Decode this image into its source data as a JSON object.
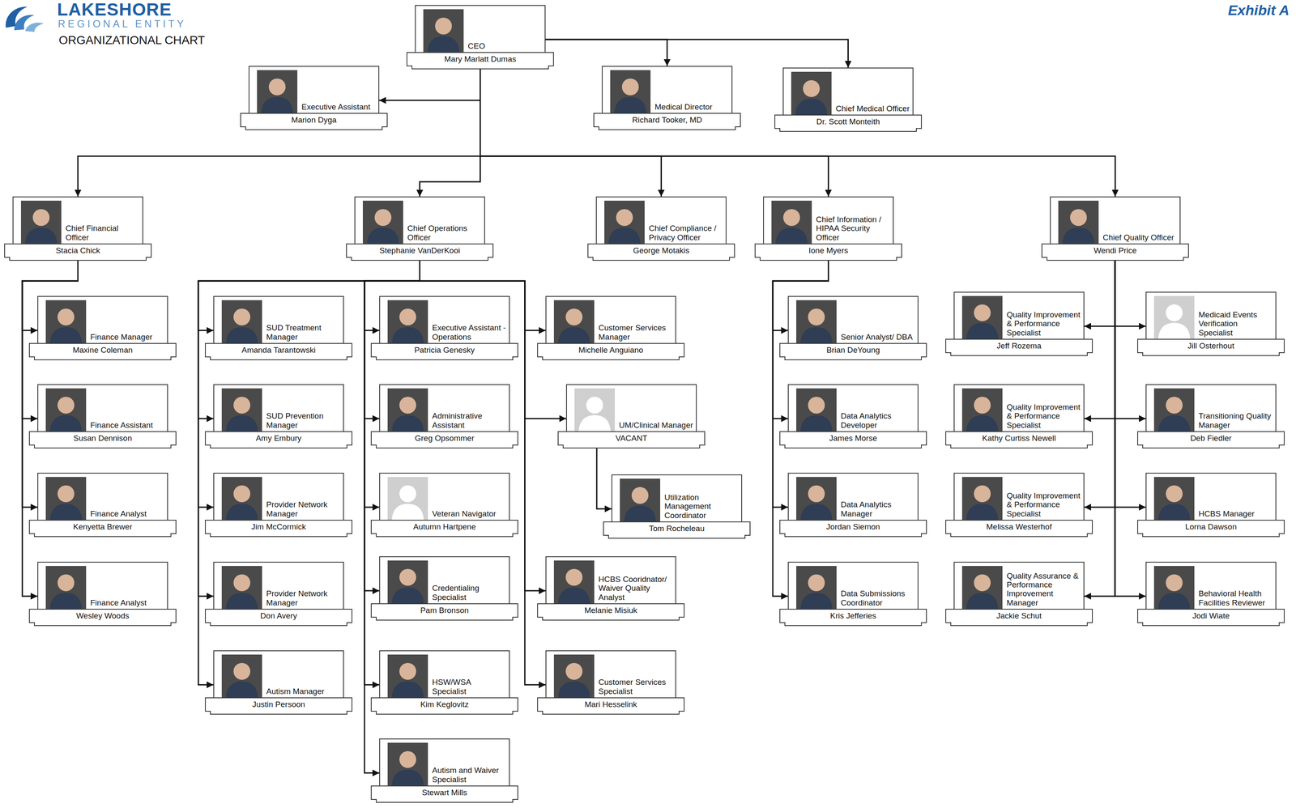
{
  "diagram": {
    "title": "ORGANIZATIONAL CHART",
    "nodes": [
      {
        "text": [
          "CEO",
          "Mary Marlatt Dumas"
        ]
      },
      {
        "text": [
          "Executive Assistant",
          "Marion Dyga"
        ]
      },
      {
        "text": [
          "Medical Director",
          "Richard Tooker, MD"
        ]
      },
      {
        "text": [
          "Chief Medical Officer",
          "Dr. Scott Monteith"
        ]
      },
      {
        "text": [
          "Chief Financial Officer",
          "Stacia Chick"
        ]
      },
      {
        "text": [
          "Chief Operations Officer",
          "Stephanie VanDerKooi"
        ]
      },
      {
        "text": [
          "Chief Compliance / Privacy Officer",
          "George Motakis"
        ]
      },
      {
        "text": [
          "Chief Information / HIPAA Security Officer",
          "Ione Myers"
        ]
      },
      {
        "text": [
          "Chief Quality Officer",
          "Wendi Price"
        ]
      },
      {
        "text": [
          "Finance Manager",
          "Maxine Coleman"
        ]
      },
      {
        "text": [
          "Finance Assistant",
          "Susan Dennison"
        ]
      },
      {
        "text": [
          "Finance Analyst",
          "Kenyetta Brewer"
        ]
      },
      {
        "text": [
          "Finance Analyst",
          "Wesley Woods"
        ]
      },
      {
        "text": [
          "SUD Treatment Manager",
          "Amanda Tarantowski"
        ]
      },
      {
        "text": [
          "SUD Prevention Manager",
          "Amy Embury"
        ]
      },
      {
        "text": [
          "Provider Network Manager",
          "Jim McCormick"
        ]
      },
      {
        "text": [
          "Provider Network Manager",
          "Don Avery"
        ]
      },
      {
        "text": [
          "Autism Manager",
          "Justin Persoon"
        ]
      },
      {
        "text": [
          "Executive Assistant - Operations",
          "Patricia Genesky"
        ]
      },
      {
        "text": [
          "Administrative Assistant",
          "Greg Opsommer"
        ]
      },
      {
        "text": [
          "Veteran Navigator",
          "Autumn Hartpene"
        ]
      },
      {
        "text": [
          "Credentialing Specialist",
          "Pam Bronson"
        ]
      },
      {
        "text": [
          "HSW/WSA Specialist",
          "Kim Keglovitz"
        ]
      },
      {
        "text": [
          "Autism and Waiver Specialist",
          "Stewart Mills"
        ]
      },
      {
        "text": [
          "Customer Services Manager",
          "Michelle Anguiano"
        ]
      },
      {
        "text": [
          "UM/Clinical Manager",
          "VACANT"
        ]
      },
      {
        "text": [
          "Utilization Management Coordinator",
          "Tom Rocheleau"
        ]
      },
      {
        "text": [
          "HCBS Cooridnator/ Waiver Quality Analyst",
          "Melanie Misiuk"
        ]
      },
      {
        "text": [
          "Customer Services Specialist",
          "Mari Hesselink"
        ]
      },
      {
        "text": [
          "Senior Analyst/ DBA",
          "Brian DeYoung"
        ]
      },
      {
        "text": [
          "Data Analytics Developer",
          "James Morse"
        ]
      },
      {
        "text": [
          "Data Analytics Manager",
          "Jordan Siemon"
        ]
      },
      {
        "text": [
          "Data Submissions Coordinator",
          "Kris Jefferies"
        ]
      },
      {
        "text": [
          "Quality Improvement & Performance Specialist",
          "Jeff Rozema"
        ]
      },
      {
        "text": [
          "Quality Improvement & Performance Specialist",
          "Kathy Curtiss Newell"
        ]
      },
      {
        "text": [
          "Quality Improvement & Performance Specialist",
          "Melissa Westerhof"
        ]
      },
      {
        "text": [
          "Quality Assurance & Performance Improvement Manager",
          "Jackie Schut"
        ]
      },
      {
        "text": [
          "Medicaid Events Verification Specialist",
          "Jill Osterhout"
        ]
      },
      {
        "text": [
          "Transitioning Quality Manager",
          "Deb Fiedler"
        ]
      },
      {
        "text": [
          "HCBS Manager",
          "Lorna Dawson"
        ]
      },
      {
        "text": [
          "Behavioral Health Facilities Reviewer",
          "Jodi Wiate"
        ]
      }
    ],
    "edges": [
      {
        "from": 0,
        "to": 1,
        "arrow": "to"
      },
      {
        "from": 0,
        "to": 2,
        "arrow": "to"
      },
      {
        "from": 0,
        "to": 3,
        "arrow": "to"
      },
      {
        "from": 0,
        "to": 4,
        "arrow": "to"
      },
      {
        "from": 0,
        "to": 5,
        "arrow": "to"
      },
      {
        "from": 0,
        "to": 6,
        "arrow": "to"
      },
      {
        "from": 0,
        "to": 7,
        "arrow": "to"
      },
      {
        "from": 0,
        "to": 8,
        "arrow": "to"
      },
      {
        "from": 4,
        "to": 9,
        "arrow": "to"
      },
      {
        "from": 4,
        "to": 10,
        "arrow": "to"
      },
      {
        "from": 4,
        "to": 11,
        "arrow": "to"
      },
      {
        "from": 4,
        "to": 12,
        "arrow": "to"
      },
      {
        "from": 5,
        "to": 13,
        "arrow": "to"
      },
      {
        "from": 5,
        "to": 14,
        "arrow": "to"
      },
      {
        "from": 5,
        "to": 15,
        "arrow": "to"
      },
      {
        "from": 5,
        "to": 16,
        "arrow": "to"
      },
      {
        "from": 5,
        "to": 17,
        "arrow": "to"
      },
      {
        "from": 5,
        "to": 18,
        "arrow": "to"
      },
      {
        "from": 5,
        "to": 19,
        "arrow": "to"
      },
      {
        "from": 5,
        "to": 20,
        "arrow": "to"
      },
      {
        "from": 5,
        "to": 21,
        "arrow": "to"
      },
      {
        "from": 5,
        "to": 22,
        "arrow": "to"
      },
      {
        "from": 5,
        "to": 23,
        "arrow": "to"
      },
      {
        "from": 5,
        "to": 24,
        "arrow": "to"
      },
      {
        "from": 5,
        "to": 25,
        "arrow": "to"
      },
      {
        "from": 25,
        "to": 26,
        "arrow": "to"
      },
      {
        "from": 5,
        "to": 27,
        "arrow": "to"
      },
      {
        "from": 5,
        "to": 28,
        "arrow": "to"
      },
      {
        "from": 7,
        "to": 29,
        "arrow": "to"
      },
      {
        "from": 7,
        "to": 30,
        "arrow": "to"
      },
      {
        "from": 7,
        "to": 31,
        "arrow": "to"
      },
      {
        "from": 7,
        "to": 32,
        "arrow": "to"
      },
      {
        "from": 8,
        "to": 33,
        "arrow": "to"
      },
      {
        "from": 8,
        "to": 34,
        "arrow": "to"
      },
      {
        "from": 8,
        "to": 35,
        "arrow": "to"
      },
      {
        "from": 8,
        "to": 36,
        "arrow": "to"
      },
      {
        "from": 8,
        "to": 37,
        "arrow": "to"
      },
      {
        "from": 8,
        "to": 38,
        "arrow": "to"
      },
      {
        "from": 8,
        "to": 39,
        "arrow": "to"
      },
      {
        "from": 8,
        "to": 40,
        "arrow": "to"
      }
    ],
    "labels": [
      "LAKESHORE",
      "REGIONAL ENTITY",
      "Exhibit A"
    ]
  }
}
